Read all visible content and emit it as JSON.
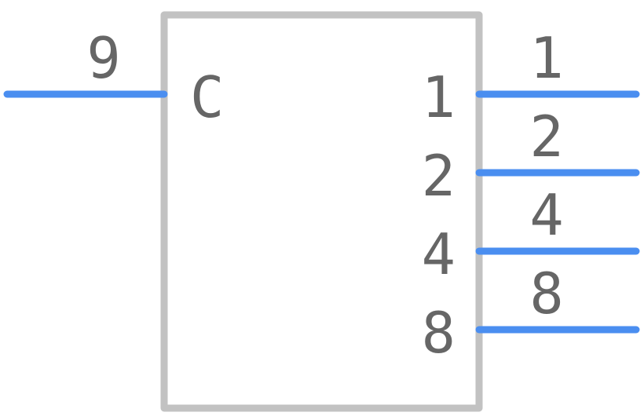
{
  "colors": {
    "body_outline": "#c2c2c2",
    "pin_line": "#4a8ef0",
    "text": "#666666",
    "background": "#ffffff"
  },
  "component": {
    "left_pins": [
      {
        "number": "9",
        "name": "C"
      }
    ],
    "right_pins": [
      {
        "number": "1",
        "name": "1"
      },
      {
        "number": "2",
        "name": "2"
      },
      {
        "number": "4",
        "name": "4"
      },
      {
        "number": "8",
        "name": "8"
      }
    ]
  }
}
